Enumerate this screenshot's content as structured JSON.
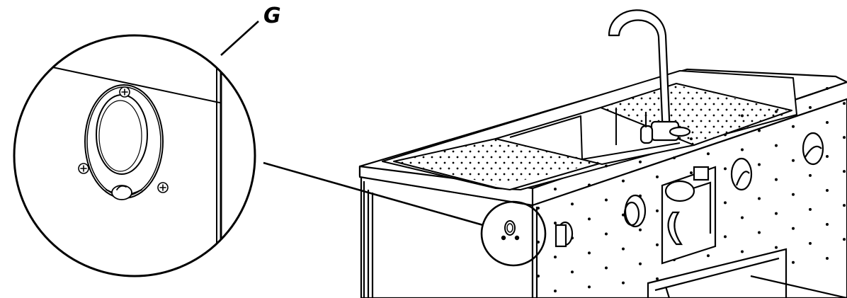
{
  "callout": {
    "label": "G",
    "target": "drain-hole-grommet"
  },
  "colors": {
    "line": "#000000",
    "background": "#ffffff",
    "fill": "#ffffff"
  },
  "parts": {
    "faucet": "gooseneck-faucet",
    "sink": "single-bowl-sink-with-perforated-drainboards",
    "cabinet": "perforated-metal-cabinet"
  }
}
